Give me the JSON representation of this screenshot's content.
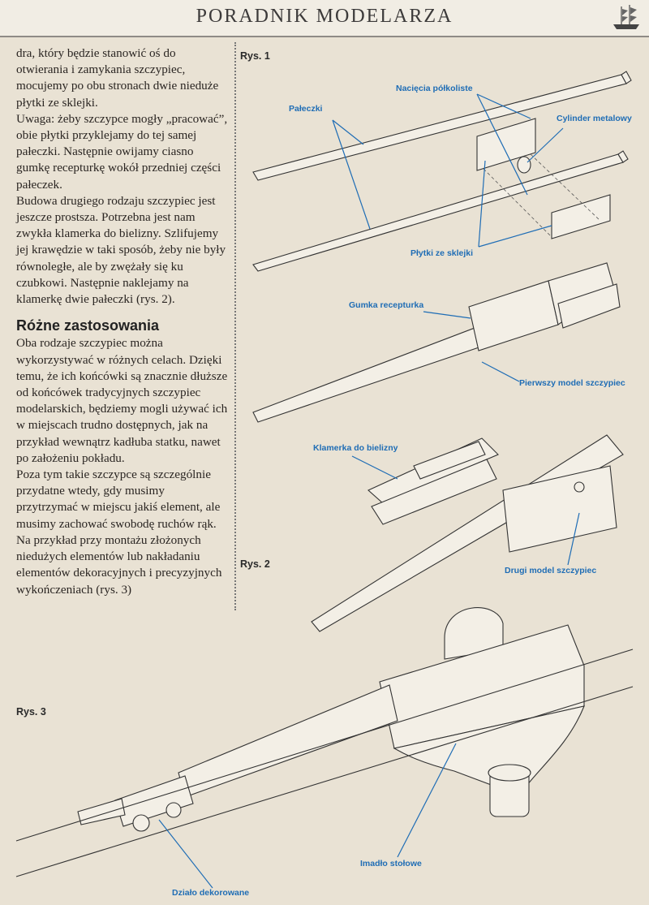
{
  "header": {
    "title": "PORADNIK MODELARZA"
  },
  "body": {
    "paragraphs_top": [
      "dra, który będzie stanowić oś do otwierania i zamykania szczypiec, mocujemy po obu stronach dwie nieduże płytki ze sklejki.",
      "Uwaga: żeby szczypce mogły „pracować”, obie płytki przyklejamy do tej samej pałeczki. Następnie owijamy ciasno gumkę recepturkę wokół przedniej części pałeczek.",
      "Budowa drugiego rodzaju szczypiec jest jeszcze prostsza. Potrzebna jest nam zwykła klamerka do bielizny. Szlifujemy jej krawędzie w taki sposób, żeby nie były równoległe, ale by zwężały się ku czubkowi. Następnie naklejamy na klamerkę dwie pałeczki (rys. 2)."
    ],
    "section_heading": "Różne zastosowania",
    "paragraphs_bottom": [
      "Oba rodzaje szczypiec można wykorzystywać w różnych celach. Dzięki temu, że ich końcówki są znacznie dłuższe od końcówek tradycyjnych szczypiec modelarskich, będziemy mogli używać ich w miejscach trudno dostępnych, jak na przykład wewnątrz kadłuba statku, nawet po założeniu pokładu.",
      "Poza tym takie szczypce są szczególnie przydatne wtedy, gdy musimy przytrzymać w miejscu jakiś element, ale musimy zachować swobodę ruchów rąk. Na przykład przy montażu złożonych niedużych elementów lub nakładaniu elementów dekoracyjnych i precyzyjnych wykończeniach (rys. 3)"
    ]
  },
  "figures": {
    "rys1": {
      "label": "Rys. 1",
      "callouts": {
        "paleczki": "Pałeczki",
        "naciecia": "Nacięcia półkoliste",
        "cylinder": "Cylinder metalowy",
        "plytki": "Płytki ze sklejki",
        "gumka": "Gumka recepturka",
        "pierwszy": "Pierwszy model szczypiec"
      }
    },
    "rys2": {
      "label": "Rys. 2",
      "callouts": {
        "klamerka": "Klamerka do bielizny",
        "drugi": "Drugi model szczypiec"
      }
    },
    "rys3": {
      "label": "Rys. 3",
      "callouts": {
        "imadlo": "Imadło stołowe",
        "dzialo": "Działo dekorowane"
      }
    }
  },
  "colors": {
    "callout": "#1f6db5",
    "paper": "#e9e2d4",
    "header": "#f1ede4"
  }
}
